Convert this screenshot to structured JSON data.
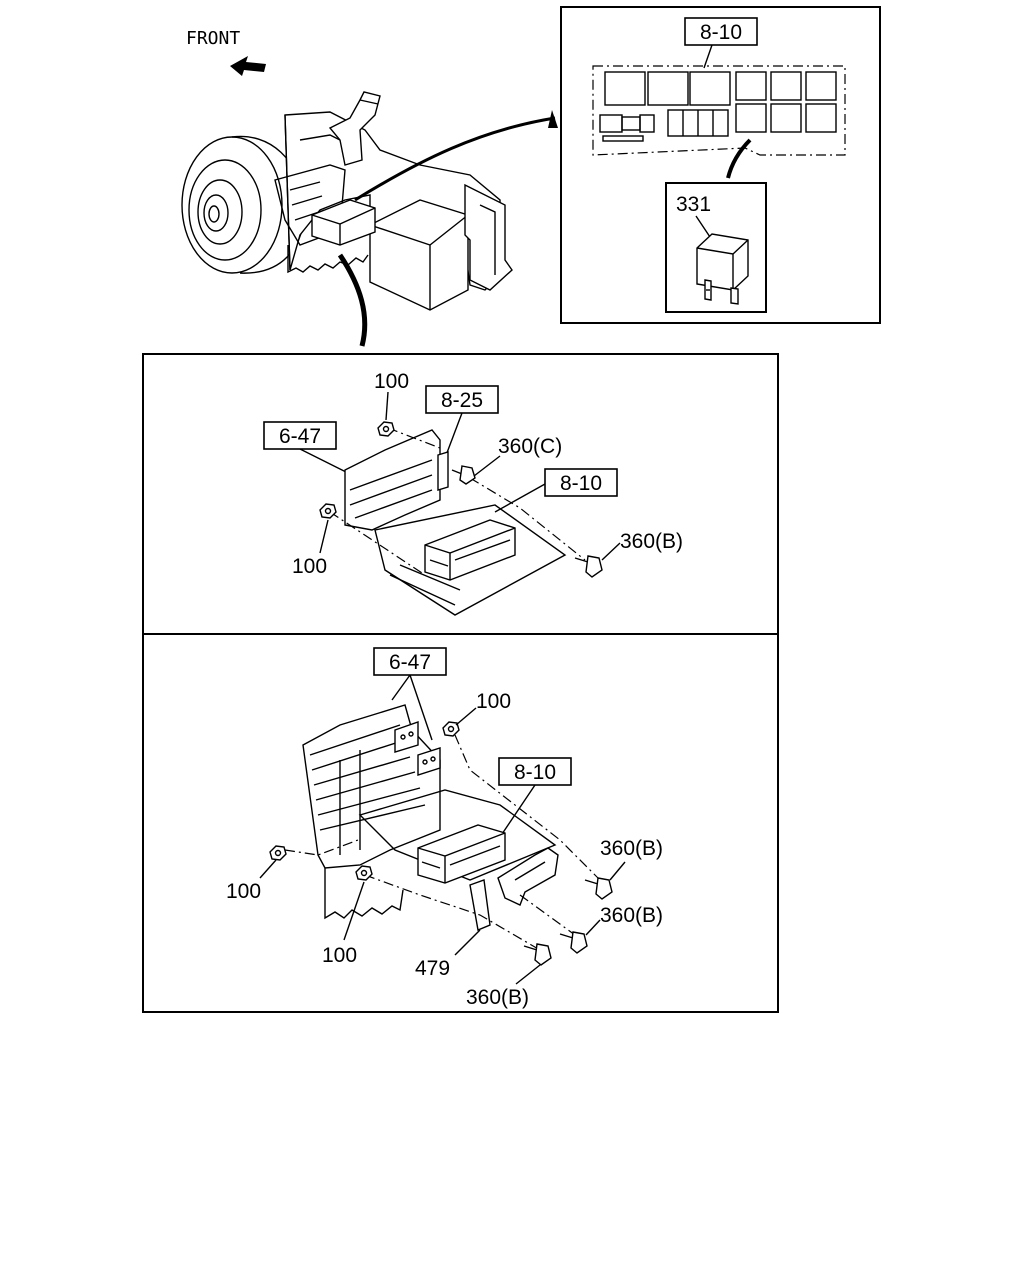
{
  "orientation_label": "FRONT",
  "top_view": {
    "fuse_box_ref": "8-10",
    "relay_part": "331"
  },
  "panel_middle": {
    "refs": [
      "6-47",
      "8-25",
      "8-10"
    ],
    "parts": {
      "nut_upper": "100",
      "nut_lower": "100",
      "bolt_c": "360(C)",
      "bolt_b": "360(B)"
    }
  },
  "panel_bottom": {
    "refs": [
      "6-47",
      "8-10"
    ],
    "parts": {
      "nut_top": "100",
      "nut_left": "100",
      "nut_bottom": "100",
      "bolt_b_1": "360(B)",
      "bolt_b_2": "360(B)",
      "bolt_b_3": "360(B)",
      "bracket": "479"
    }
  }
}
